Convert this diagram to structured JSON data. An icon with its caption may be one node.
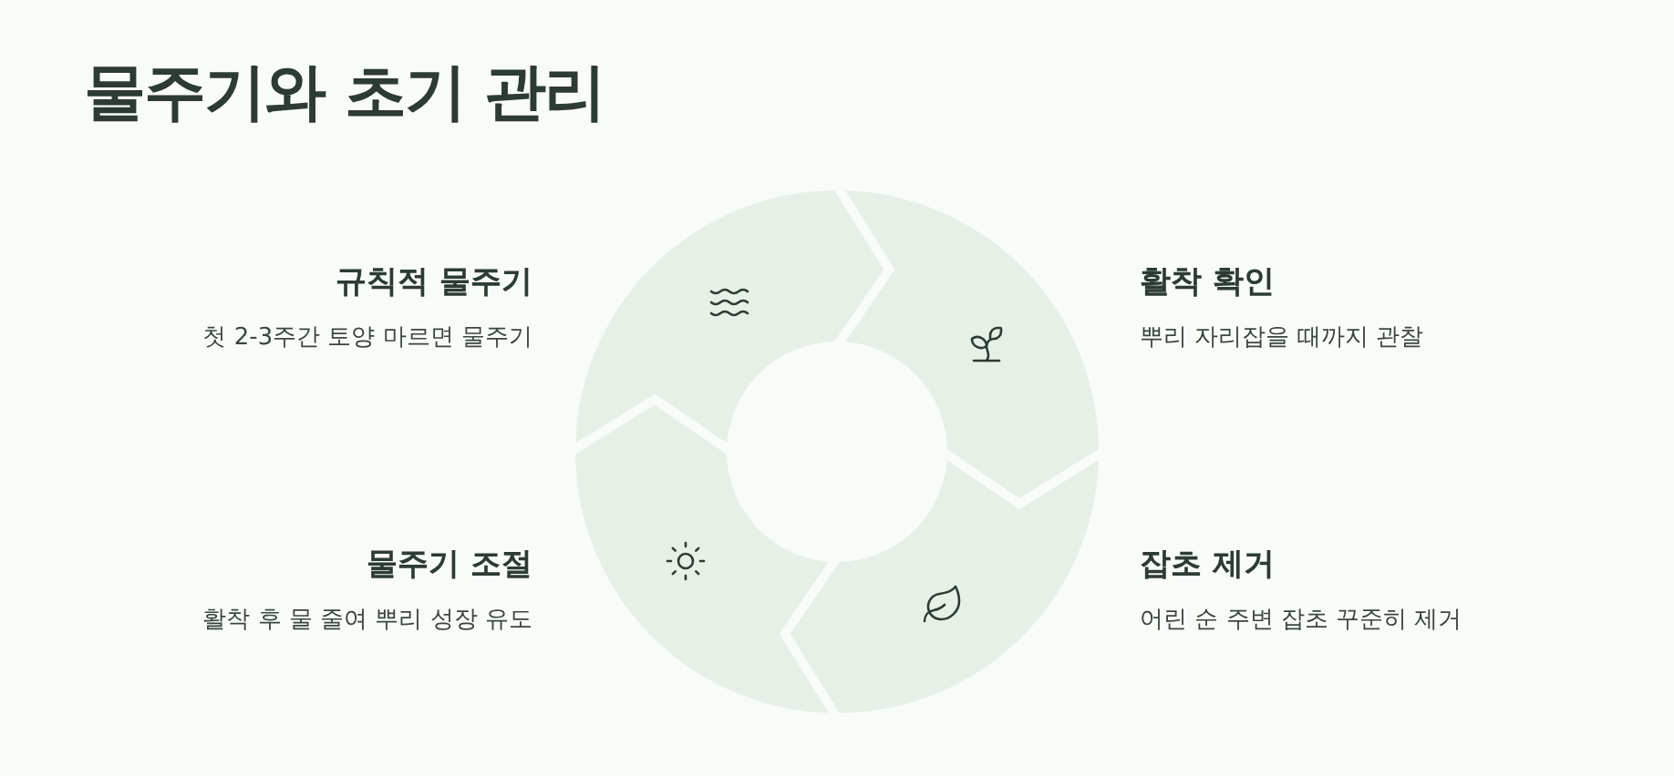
{
  "diagram": {
    "title": "물주기와 초기 관리",
    "labels": [
      "규칙적 물주기",
      "첫 2-3주간 토양 마르면 물주기",
      "활착 확인",
      "뿌리 자리잡을 때까지 관찰",
      "물주기 조절",
      "활착 후 물 줄여 뿌리 성장 유도",
      "잡초 제거",
      "어린 순 주변 잡초 꾸준히 제거"
    ]
  }
}
